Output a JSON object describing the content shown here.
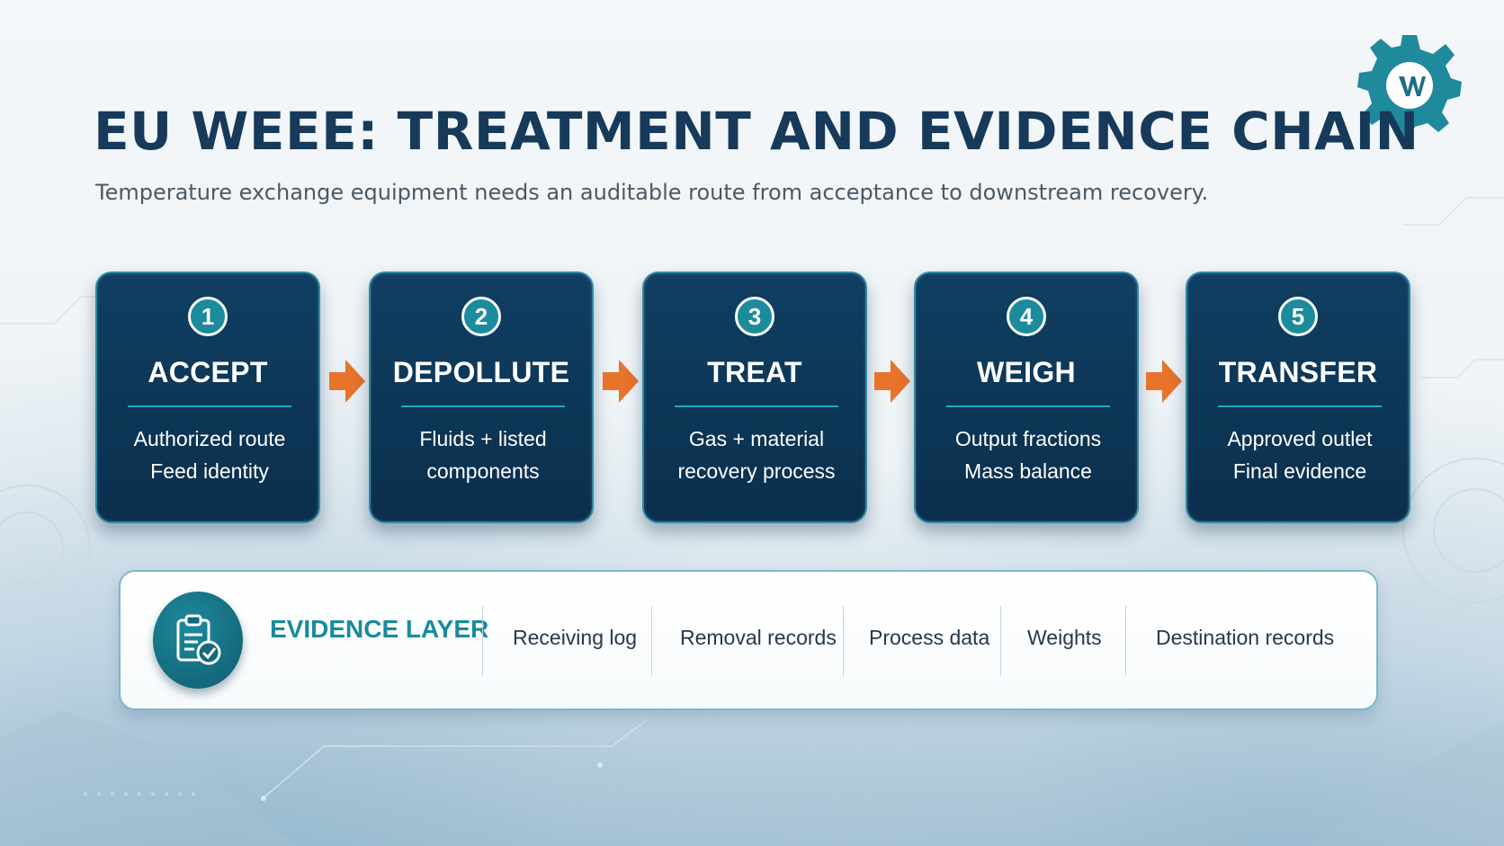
{
  "header": {
    "title": "EU WEEE: TREATMENT AND EVIDENCE CHAIN",
    "subtitle": "Temperature exchange equipment needs an auditable route from acceptance to downstream recovery."
  },
  "logo": {
    "icon": "gear-logo-icon",
    "color": "#1e8a9c"
  },
  "steps": [
    {
      "number": "1",
      "title": "ACCEPT",
      "lines": [
        "Authorized route",
        "Feed identity"
      ]
    },
    {
      "number": "2",
      "title": "DEPOLLUTE",
      "lines": [
        "Fluids + listed",
        "components"
      ]
    },
    {
      "number": "3",
      "title": "TREAT",
      "lines": [
        "Gas + material",
        "recovery process"
      ]
    },
    {
      "number": "4",
      "title": "WEIGH",
      "lines": [
        "Output fractions",
        "Mass balance"
      ]
    },
    {
      "number": "5",
      "title": "TRANSFER",
      "lines": [
        "Approved outlet",
        "Final evidence"
      ]
    }
  ],
  "evidence": {
    "label": "EVIDENCE LAYER",
    "icon": "clipboard-check-icon",
    "items": [
      "Receiving log",
      "Removal records",
      "Process data",
      "Weights",
      "Destination records"
    ]
  },
  "colors": {
    "card_bg": "#0f3f63",
    "card_border": "#2f8aa5",
    "accent_teal": "#1b8b9d",
    "arrow_orange": "#e8732a",
    "title_navy": "#173a5a"
  }
}
